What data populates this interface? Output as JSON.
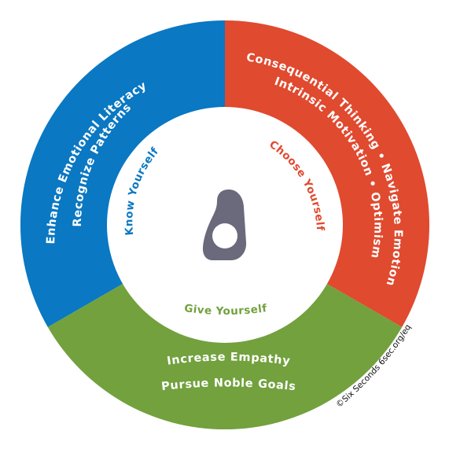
{
  "colors": {
    "know": "#0a78c2",
    "choose": "#e04a2f",
    "give": "#72a13e",
    "logo": "#6a6a7c",
    "center": "#ffffff"
  },
  "segments": {
    "know": {
      "center_label": "Know Yourself",
      "lines": [
        "Enhance Emotional Literacy",
        "Recognize Patterns"
      ]
    },
    "choose": {
      "center_label": "Choose Yourself",
      "lines": [
        "Consequential Thinking • Navigate Emotions",
        "Intrinsic Motivation • Optimism"
      ]
    },
    "give": {
      "center_label": "Give Yourself",
      "lines": [
        "Increase Empathy",
        "Pursue Noble Goals"
      ]
    }
  },
  "credit": "©Six Seconds 6sec.org/eq",
  "logo": {
    "icon": "six-seconds-logo"
  }
}
